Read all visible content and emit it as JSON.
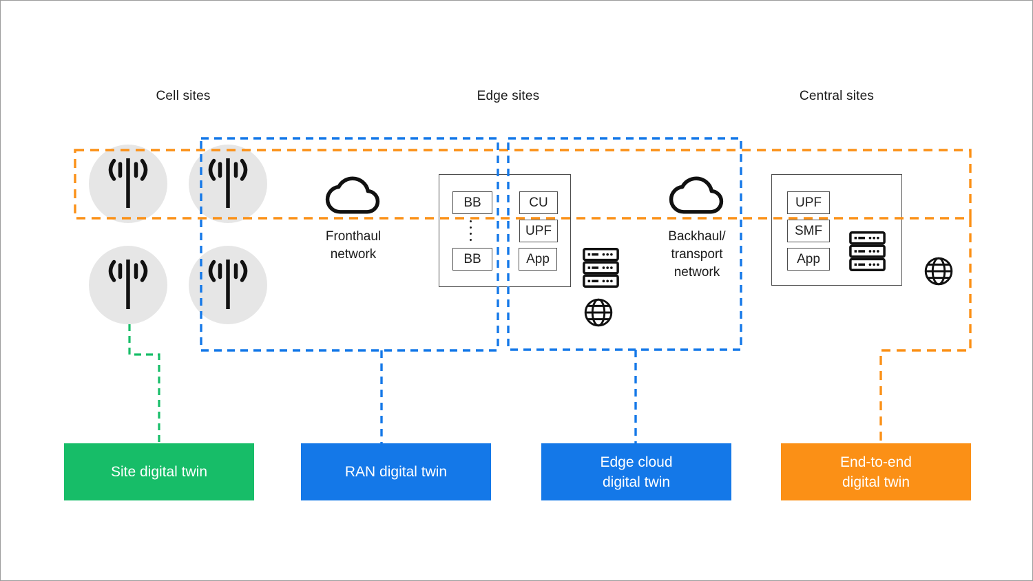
{
  "colors": {
    "orange": "#fb9016",
    "blue": "#1478e8",
    "green": "#17bd68",
    "tower_circle": "#e6e6e6",
    "text": "#1a1a1a",
    "node_border": "#4d4d4d",
    "icon": "#111111"
  },
  "section_labels": {
    "cell": "Cell sites",
    "edge": "Edge sites",
    "central": "Central sites"
  },
  "network_labels": {
    "fronthaul": {
      "line1": "Fronthaul",
      "line2": "network"
    },
    "backhaul": {
      "line1": "Backhaul/",
      "line2": "transport",
      "line3": "network"
    }
  },
  "edge_node": {
    "bb_top": "BB",
    "bb_bottom": "BB",
    "cu": "CU",
    "upf": "UPF",
    "app": "App"
  },
  "central_node": {
    "upf": "UPF",
    "smf": "SMF",
    "app": "App"
  },
  "twins": {
    "site": {
      "line1": "Site digital twin"
    },
    "ran": {
      "line1": "RAN digital twin"
    },
    "edge": {
      "line1": "Edge cloud",
      "line2": "digital twin"
    },
    "e2e": {
      "line1": "End-to-end",
      "line2": "digital twin"
    }
  },
  "icons": {
    "cell_tower": "cell-tower-icon",
    "cloud": "cloud-icon",
    "server_rack": "server-rack-icon",
    "globe": "globe-icon"
  }
}
